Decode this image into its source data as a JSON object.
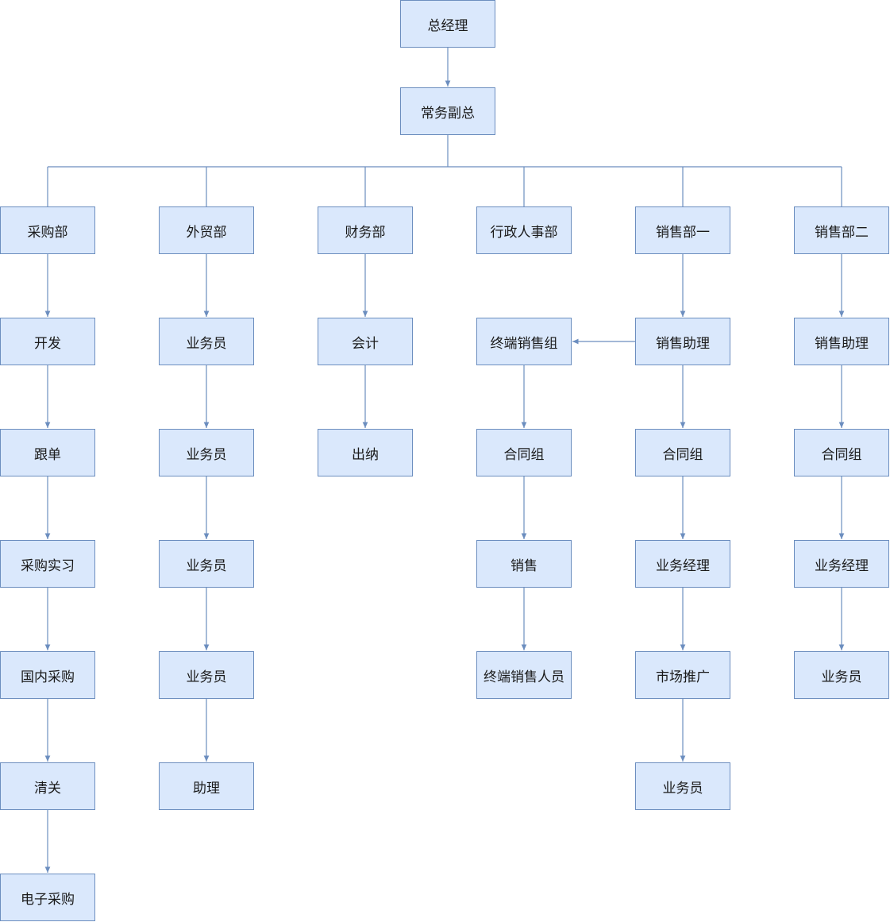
{
  "nodes": {
    "gm": "总经理",
    "vp": "常务副总",
    "purchase": "采购部",
    "trade": "外贸部",
    "finance": "财务部",
    "admin": "行政人事部",
    "sales1": "销售部一",
    "sales2": "销售部二",
    "p_dev": "开发",
    "p_follow": "跟单",
    "p_intern": "采购实习",
    "p_domestic": "国内采购",
    "p_customs": "清关",
    "p_electronic": "电子采购",
    "t_staff1": "业务员",
    "t_staff2": "业务员",
    "t_staff3": "业务员",
    "t_staff4": "业务员",
    "t_assist": "助理",
    "f_account": "会计",
    "f_cashier": "出纳",
    "a_terminal": "终端销售组",
    "a_contract": "合同组",
    "a_sales": "销售",
    "a_terminal_staff": "终端销售人员",
    "s1_assist": "销售助理",
    "s1_contract": "合同组",
    "s1_manager": "业务经理",
    "s1_market": "市场推广",
    "s1_staff": "业务员",
    "s2_assist": "销售助理",
    "s2_contract": "合同组",
    "s2_manager": "业务经理",
    "s2_staff": "业务员"
  },
  "colors": {
    "node_fill": "#dae8fc",
    "node_border": "#6c8ebf",
    "edge": "#6c8ebf"
  }
}
